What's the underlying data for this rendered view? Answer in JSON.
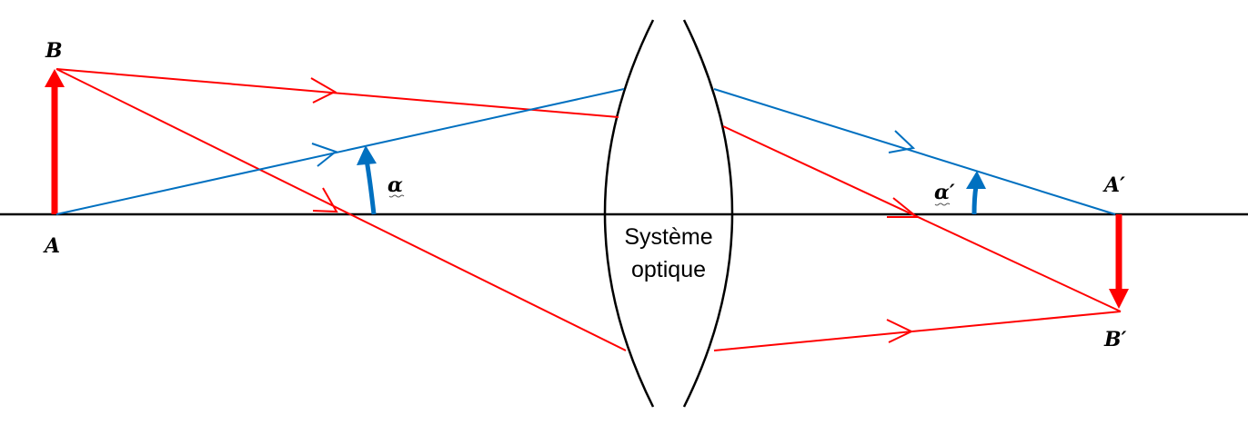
{
  "labels": {
    "object_base": "A",
    "object_tip": "B",
    "image_base": "A′",
    "image_tip": "B′",
    "angle_in": "α",
    "angle_out": "α′"
  },
  "lens": {
    "line1": "Système",
    "line2": "optique"
  },
  "colors": {
    "axis": "#000000",
    "lens": "#000000",
    "object": "#ff0000",
    "red_rays": "#ff0000",
    "blue_rays": "#0070c0"
  }
}
